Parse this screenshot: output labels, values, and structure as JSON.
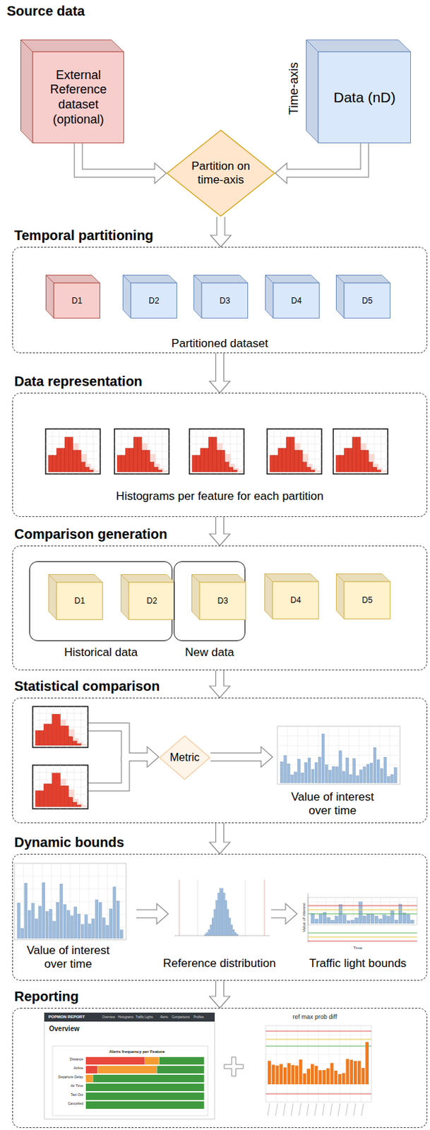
{
  "diagram": {
    "nodes": [
      {
        "text": [
          "External Reference dataset (optional)"
        ]
      },
      {
        "text": [
          "Data (nD)"
        ]
      },
      {
        "text": [
          "Partition on time-axis"
        ]
      },
      {
        "text": [
          "Temporal partitioning",
          "Partitioned dataset"
        ]
      },
      {
        "text": [
          "D1"
        ],
        "in": 3
      },
      {
        "text": [
          "D2"
        ],
        "in": 3
      },
      {
        "text": [
          "D3"
        ],
        "in": 3
      },
      {
        "text": [
          "D4"
        ],
        "in": 3
      },
      {
        "text": [
          "D5"
        ],
        "in": 3
      },
      {
        "text": [
          "Data representation",
          "Histograms per feature for each partition"
        ]
      },
      {
        "text": [
          "Comparison generation"
        ]
      },
      {
        "text": [
          "Historical data"
        ],
        "in": 10
      },
      {
        "text": [
          "D1"
        ],
        "in": 11
      },
      {
        "text": [
          "D2"
        ],
        "in": 11
      },
      {
        "text": [
          "New data"
        ],
        "in": 10
      },
      {
        "text": [
          "D3"
        ],
        "in": 14
      },
      {
        "text": [
          "D4"
        ],
        "in": 10
      },
      {
        "text": [
          "D5"
        ],
        "in": 10
      },
      {
        "text": [
          "Statistical comparison"
        ]
      },
      {
        "text": [
          "Metric"
        ],
        "in": 18
      },
      {
        "text": [
          "Dynamic bounds"
        ]
      },
      {
        "text": [
          "Reporting"
        ]
      }
    ],
    "edges": [
      {
        "from": 0,
        "to": 2,
        "arrow": "to"
      },
      {
        "from": 1,
        "to": 2,
        "arrow": "to"
      },
      {
        "from": 2,
        "to": 3,
        "arrow": "to"
      },
      {
        "from": 3,
        "to": 9,
        "arrow": "to"
      },
      {
        "from": 9,
        "to": 10,
        "arrow": "to"
      },
      {
        "from": 10,
        "to": 18,
        "arrow": "to"
      },
      {
        "from": 18,
        "to": 20,
        "arrow": "to"
      },
      {
        "from": 20,
        "to": 21,
        "arrow": "to"
      }
    ],
    "labels": [
      "Source data",
      "Time-axis",
      "Value of interest over time",
      "Value of interest over time",
      "Reference distribution",
      "Traffic light bounds",
      "Value of interest",
      "Time",
      "POPMON REPORT",
      "Overview",
      "Histograms",
      "Traffic Lights",
      "Alerts",
      "Comparisons",
      "Profiles",
      "Overview",
      "Alerts frequency per Feature",
      "Distance",
      "Airline",
      "Departure Delay",
      "Air Time",
      "Taxi Out",
      "Cancelled",
      "ref max prob diff"
    ]
  }
}
